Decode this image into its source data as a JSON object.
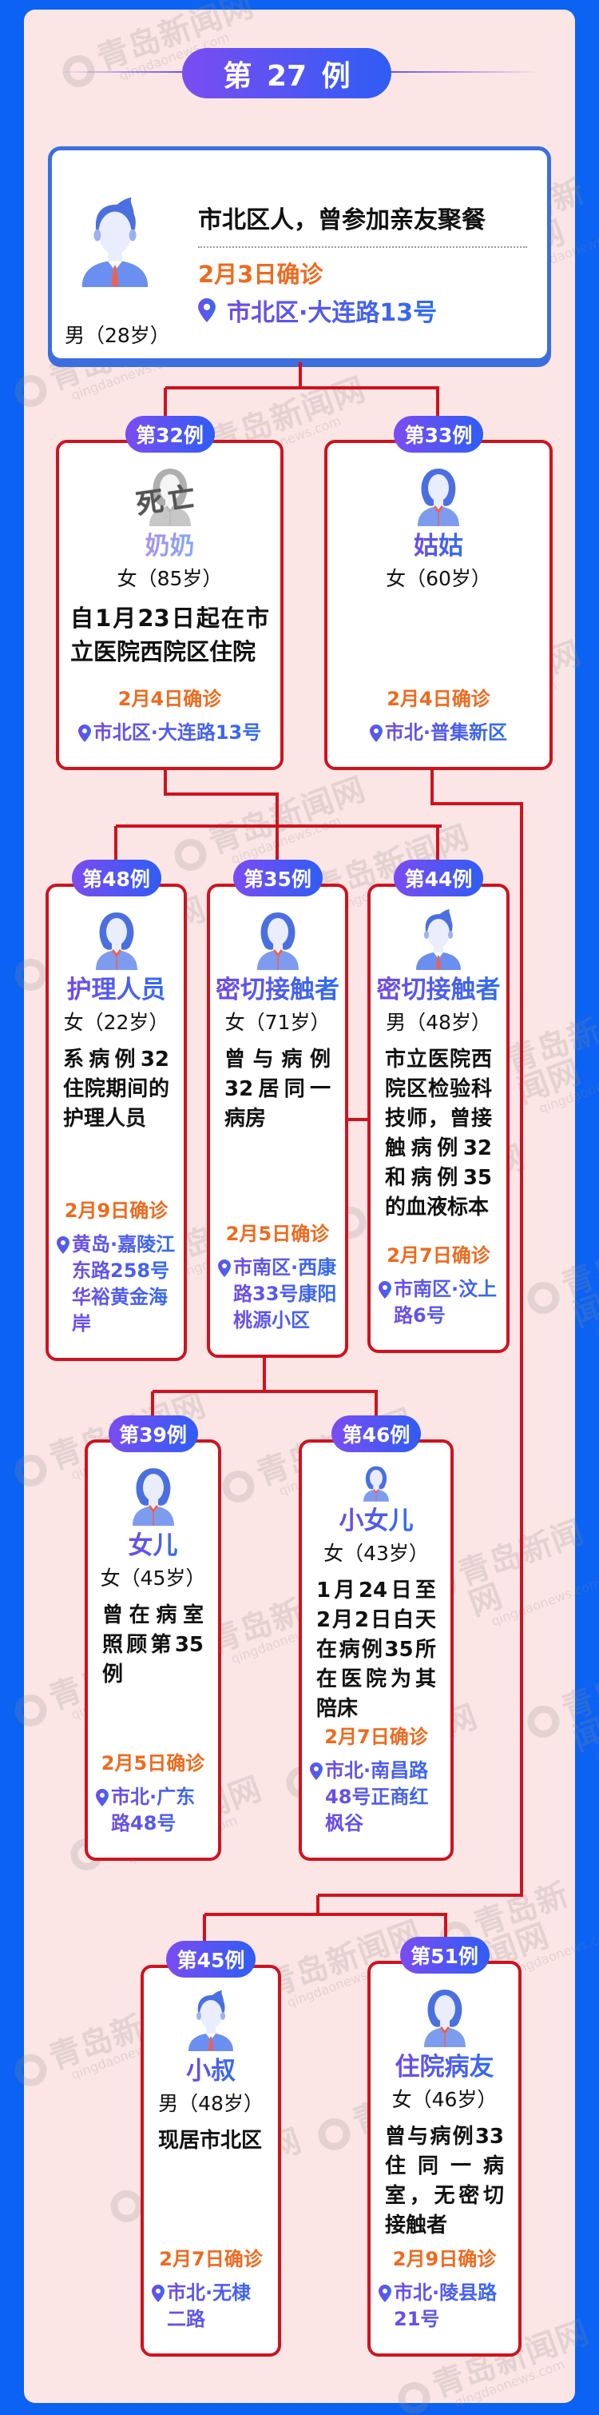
{
  "watermark": {
    "cn": "青岛新闻网",
    "en": "qingdaonews.com"
  },
  "colors": {
    "background": "#0b62f3",
    "panel": "#fbe6e5",
    "line": "#d0121f",
    "date": "#ee6a1e",
    "pill_start": "#7b4cf2",
    "pill_end": "#2f5df4"
  },
  "index_case": {
    "label": "第 27 例",
    "gender_age": "男（28岁）",
    "description": "市北区人，曾参加亲友聚餐",
    "confirmed": "2月3日确诊",
    "location": "市北区·大连路13号",
    "avatar": "male-avatar-icon"
  },
  "cases": [
    {
      "label": "第32例",
      "title": "奶奶",
      "gender_age": "女（85岁）",
      "description": "自1月23日起在市立医院西院区住院",
      "confirmed": "2月4日确诊",
      "location": "市北区·大连路13号",
      "avatar": "female-avatar-icon",
      "stamp": "死亡"
    },
    {
      "label": "第33例",
      "title": "姑姑",
      "gender_age": "女（60岁）",
      "description": "",
      "confirmed": "2月4日确诊",
      "location": "市北·普集新区",
      "avatar": "female-avatar-icon"
    },
    {
      "label": "第48例",
      "title": "护理人员",
      "gender_age": "女（22岁）",
      "description": "系病例32住院期间的护理人员",
      "confirmed": "2月9日确诊",
      "location": "黄岛·嘉陵江东路258号华裕黄金海岸",
      "avatar": "female-avatar-icon"
    },
    {
      "label": "第35例",
      "title": "密切接触者",
      "gender_age": "女（71岁）",
      "description": "曾与病例32居同一病房",
      "confirmed": "2月5日确诊",
      "location": "市南区·西康路33号康阳桃源小区",
      "avatar": "female-avatar-icon"
    },
    {
      "label": "第44例",
      "title": "密切接触者",
      "gender_age": "男（48岁）",
      "description": "市立医院西院区检验科技师，曾接触病例32和病例35的血液标本",
      "confirmed": "2月7日确诊",
      "location": "市南区·汶上路6号",
      "avatar": "male-avatar-icon"
    },
    {
      "label": "第39例",
      "title": "女儿",
      "gender_age": "女（45岁）",
      "description": "曾在病室照顾第35例",
      "confirmed": "2月5日确诊",
      "location": "市北·广东路48号",
      "avatar": "female-avatar-icon"
    },
    {
      "label": "第46例",
      "title": "小女儿",
      "gender_age": "女（43岁）",
      "description": "1月24日至2月2日白天在病例35所在医院为其陪床",
      "confirmed": "2月7日确诊",
      "location": "市北·南昌路48号正商红枫谷",
      "avatar": "female-avatar-icon"
    },
    {
      "label": "第45例",
      "title": "小叔",
      "gender_age": "男（48岁）",
      "description": "现居市北区",
      "confirmed": "2月7日确诊",
      "location": "市北·无棣二路",
      "avatar": "male-avatar-icon"
    },
    {
      "label": "第51例",
      "title": "住院病友",
      "gender_age": "女（46岁）",
      "description": "曾与病例33住同一病室，无密切接触者",
      "confirmed": "2月9日确诊",
      "location": "市北·陵县路21号",
      "avatar": "female-avatar-icon"
    }
  ]
}
